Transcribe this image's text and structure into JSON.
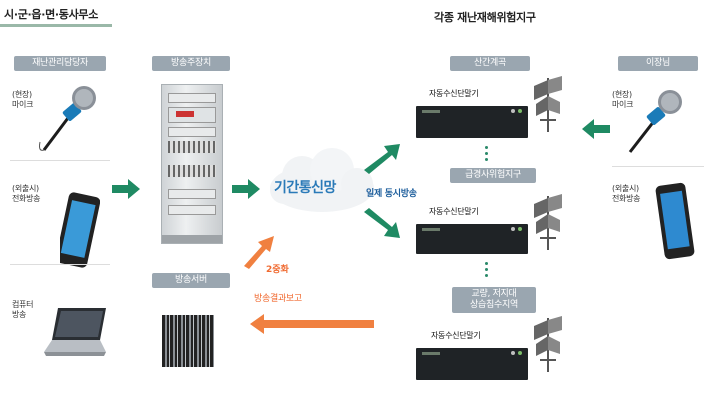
{
  "left_title": "시·군·읍·면·동사무소",
  "right_title": "각종 재난재해위험지구",
  "labels": {
    "disaster_manager": "재난관리담당자",
    "broadcast_controller": "방송주장치",
    "broadcast_server": "방송서버",
    "mountain_valley": "산간계곡",
    "village_head": "이장님",
    "steep_slope": "급경사위험지구",
    "bridge_area": "교량, 저지대\n상습침수지역"
  },
  "left_items": {
    "mic": "(현장)\n마이크",
    "phone": "(외출시)\n전화방송",
    "computer": "컴퓨터\n방송"
  },
  "right_items": {
    "mic": "(현장)\n마이크",
    "phone": "(외출시)\n전화방송"
  },
  "network": "기간통신망",
  "simultaneous": "일제 동시방송",
  "dual": "2중화",
  "report": "방송결과보고",
  "receiver": "자동수신단말기",
  "colors": {
    "green_arrow": "#1f8a63",
    "orange_arrow": "#f08040",
    "pill": "#9aa6b0",
    "network_text": "#2a7ab8"
  }
}
